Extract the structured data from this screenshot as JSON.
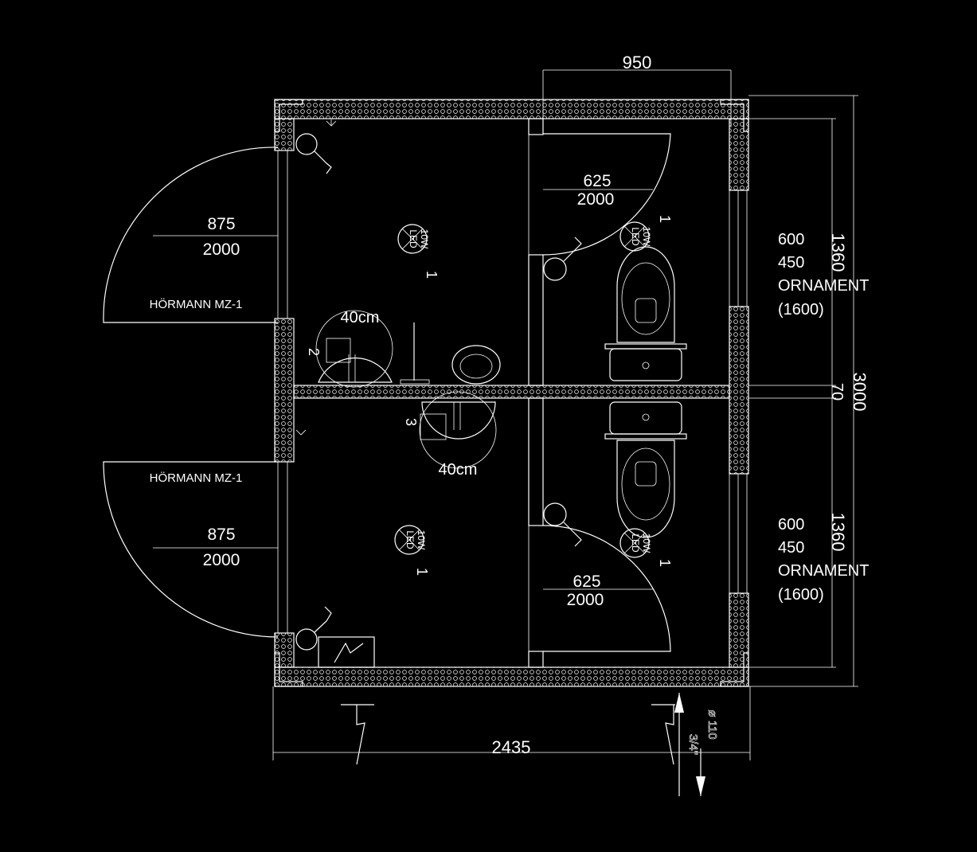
{
  "dimensions": {
    "top_width": "950",
    "overall_width": "2435",
    "overall_height": "3000",
    "partition_gap": "70",
    "right_top_height": "1360",
    "right_bottom_height": "1360"
  },
  "doors": {
    "left_top": {
      "width": "875",
      "height": "2000",
      "model": "HÖRMANN MZ-1"
    },
    "left_bottom": {
      "width": "875",
      "height": "2000",
      "model": "HÖRMANN MZ-1"
    },
    "wc_top": {
      "width": "625",
      "height": "2000"
    },
    "wc_bottom": {
      "width": "625",
      "height": "2000"
    }
  },
  "windows": {
    "top": {
      "width": "600",
      "height": "450",
      "type": "ORNAMENT",
      "sill": "(1600)"
    },
    "bottom": {
      "width": "600",
      "height": "450",
      "type": "ORNAMENT",
      "sill": "(1600)"
    }
  },
  "lights": {
    "main_top": {
      "power": "10W",
      "kind": "LED",
      "count": "1"
    },
    "main_bottom": {
      "power": "10W",
      "kind": "LED",
      "count": "1"
    },
    "wc_top": {
      "power": "10W",
      "kind": "LED",
      "count": "1"
    },
    "wc_bottom": {
      "power": "10W",
      "kind": "LED",
      "count": "1"
    }
  },
  "fixtures": {
    "basin_top": {
      "size": "40cm",
      "tag": "2"
    },
    "basin_bottom": {
      "size": "40cm",
      "tag": "3"
    }
  },
  "pipe": {
    "diameter": "ø 110",
    "fitting": "3/4\""
  }
}
